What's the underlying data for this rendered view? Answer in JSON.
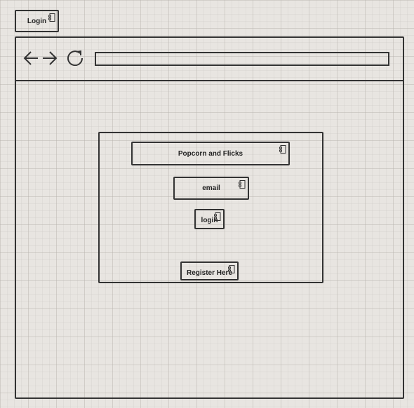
{
  "page_title_box": {
    "label": "Login"
  },
  "browser": {
    "back_icon": "arrow-left",
    "forward_icon": "arrow-right",
    "refresh_icon": "refresh",
    "address_bar": {
      "value": ""
    }
  },
  "form": {
    "title": "Popcorn and Flicks",
    "email": "email",
    "login": "login",
    "register": "Register Here"
  }
}
